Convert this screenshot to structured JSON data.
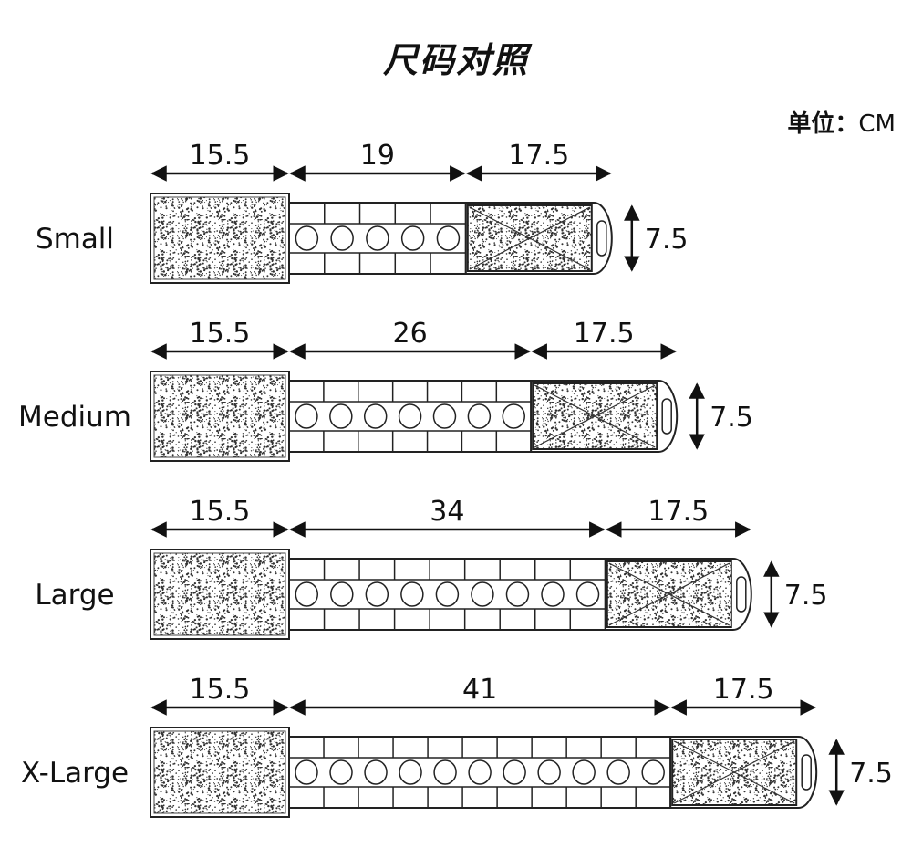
{
  "title": "尺码对照",
  "unit": {
    "label": "单位：",
    "value": "CM"
  },
  "colors": {
    "ink": "#111111",
    "background": "#ffffff"
  },
  "sizes": [
    {
      "name": "Small",
      "left": "15.5",
      "middle": "19",
      "right": "17.5",
      "width": "7.5",
      "middle_cm": 19,
      "holes": 5
    },
    {
      "name": "Medium",
      "left": "15.5",
      "middle": "26",
      "right": "17.5",
      "width": "7.5",
      "middle_cm": 26,
      "holes": 7
    },
    {
      "name": "Large",
      "left": "15.5",
      "middle": "34",
      "right": "17.5",
      "width": "7.5",
      "middle_cm": 34,
      "holes": 9
    },
    {
      "name": "X-Large",
      "left": "15.5",
      "middle": "41",
      "right": "17.5",
      "width": "7.5",
      "middle_cm": 41,
      "holes": 11
    }
  ]
}
